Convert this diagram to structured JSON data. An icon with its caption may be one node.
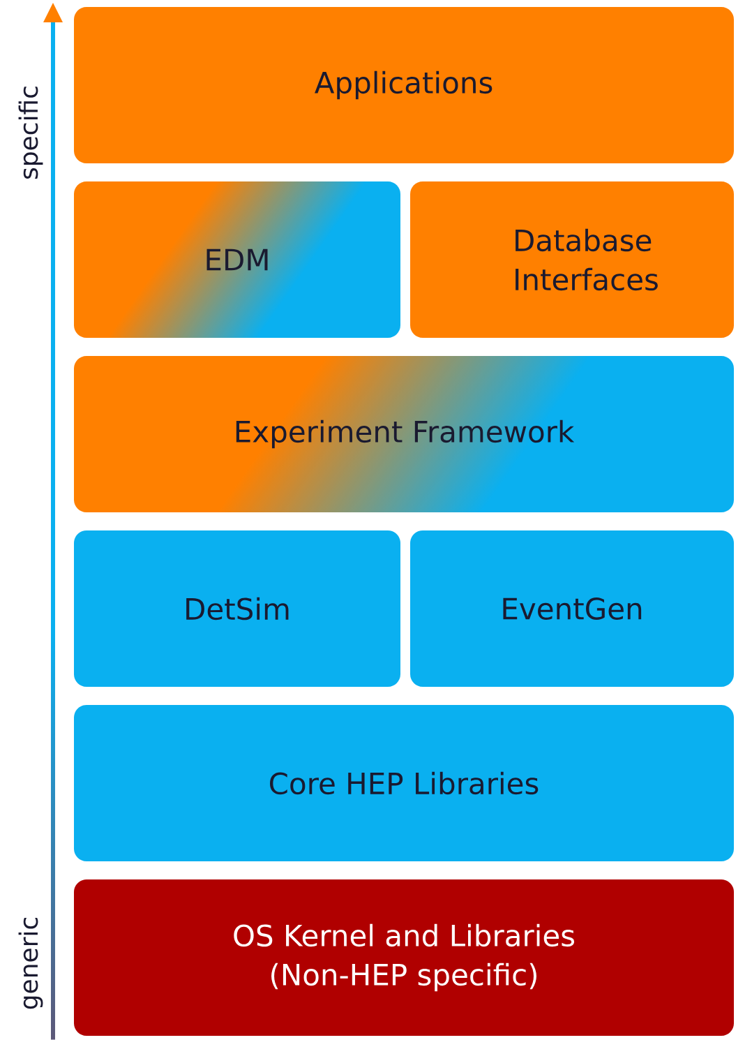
{
  "diagram": {
    "nodes": [
      {
        "text": [
          "Applications"
        ]
      },
      {
        "text": [
          "EDM"
        ]
      },
      {
        "text": [
          "Database Interfaces"
        ]
      },
      {
        "text": [
          "Experiment Framework"
        ]
      },
      {
        "text": [
          "DetSim"
        ]
      },
      {
        "text": [
          "EventGen"
        ]
      },
      {
        "text": [
          "Core HEP Libraries"
        ]
      },
      {
        "text": [
          "OS Kernel and Libraries",
          "(Non-HEP specific)"
        ]
      }
    ],
    "labels": [
      "specific",
      "generic"
    ]
  }
}
